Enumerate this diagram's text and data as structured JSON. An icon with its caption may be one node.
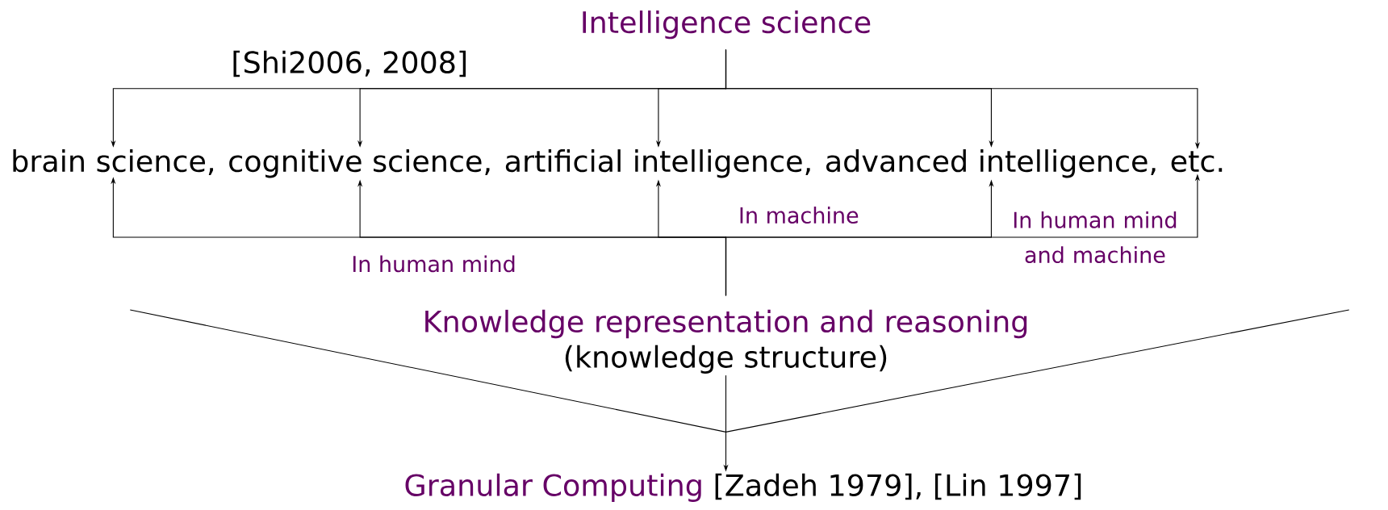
{
  "diagram": {
    "nodes": [
      {
        "text": [
          "Intelligence science"
        ]
      },
      {
        "text": [
          "brain science,"
        ]
      },
      {
        "text": [
          "cognitive science,"
        ]
      },
      {
        "text": [
          "artificial intelligence,"
        ]
      },
      {
        "text": [
          "advanced intelligence,"
        ]
      },
      {
        "text": [
          "etc."
        ]
      },
      {
        "text": [
          "Knowledge representation and reasoning",
          "(knowledge structure)"
        ]
      },
      {
        "text": [
          "Granular Computing",
          "[Zadeh 1979], [Lin 1997]"
        ]
      }
    ],
    "edges": [
      {
        "from": 0,
        "to": 1,
        "arrow": "to"
      },
      {
        "from": 0,
        "to": 2,
        "arrow": "to"
      },
      {
        "from": 0,
        "to": 3,
        "arrow": "to"
      },
      {
        "from": 0,
        "to": 4,
        "arrow": "to"
      },
      {
        "from": 0,
        "to": 5,
        "arrow": "to"
      },
      {
        "from": 6,
        "to": 1,
        "arrow": "to"
      },
      {
        "from": 6,
        "to": 2,
        "arrow": "to"
      },
      {
        "from": 6,
        "to": 3,
        "arrow": "to"
      },
      {
        "from": 6,
        "to": 4,
        "arrow": "to"
      },
      {
        "from": 6,
        "to": 5,
        "arrow": "to"
      },
      {
        "from": 6,
        "to": 7,
        "arrow": "to"
      }
    ],
    "labels": [
      "[Shi2006, 2008]",
      "In human mind",
      "In machine",
      "In human mind and machine"
    ]
  }
}
